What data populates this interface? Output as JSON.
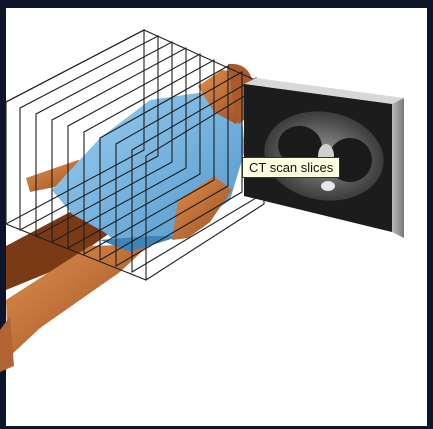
{
  "tooltip": {
    "label": "CT scan slices"
  },
  "icons": {
    "illustration": "ct-scan-patient-illustration",
    "scan_image": "ct-slice-image"
  },
  "colors": {
    "page_background": "#0b1428",
    "canvas": "#ffffff",
    "gown": "#6fb6e6",
    "skin": "#c8743a",
    "tooltip_bg": "#ffffe1",
    "slice_lines": "#222222"
  }
}
